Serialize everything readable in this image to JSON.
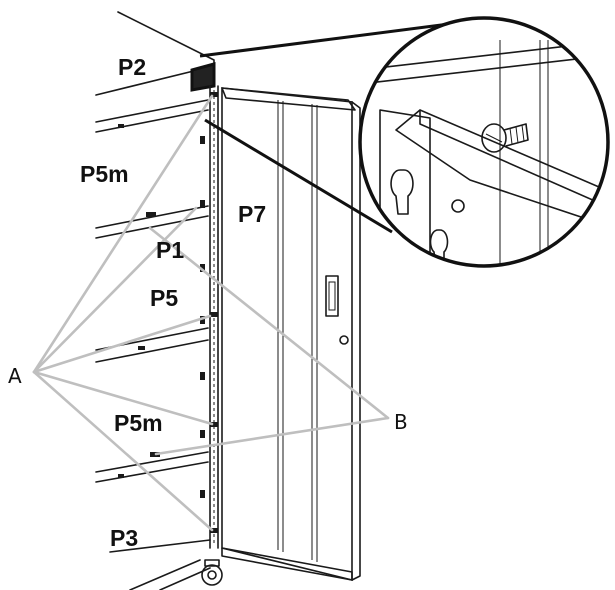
{
  "labels": {
    "p2": "P2",
    "p5m_top": "P5m",
    "p7": "P7",
    "p1": "P1",
    "p5": "P5",
    "p5m_bottom": "P5m",
    "p3": "P3",
    "a": "A",
    "b": "B"
  },
  "colors": {
    "line": "#1a1a1a",
    "callout_line": "#bfbfbf",
    "background": "#ffffff"
  }
}
